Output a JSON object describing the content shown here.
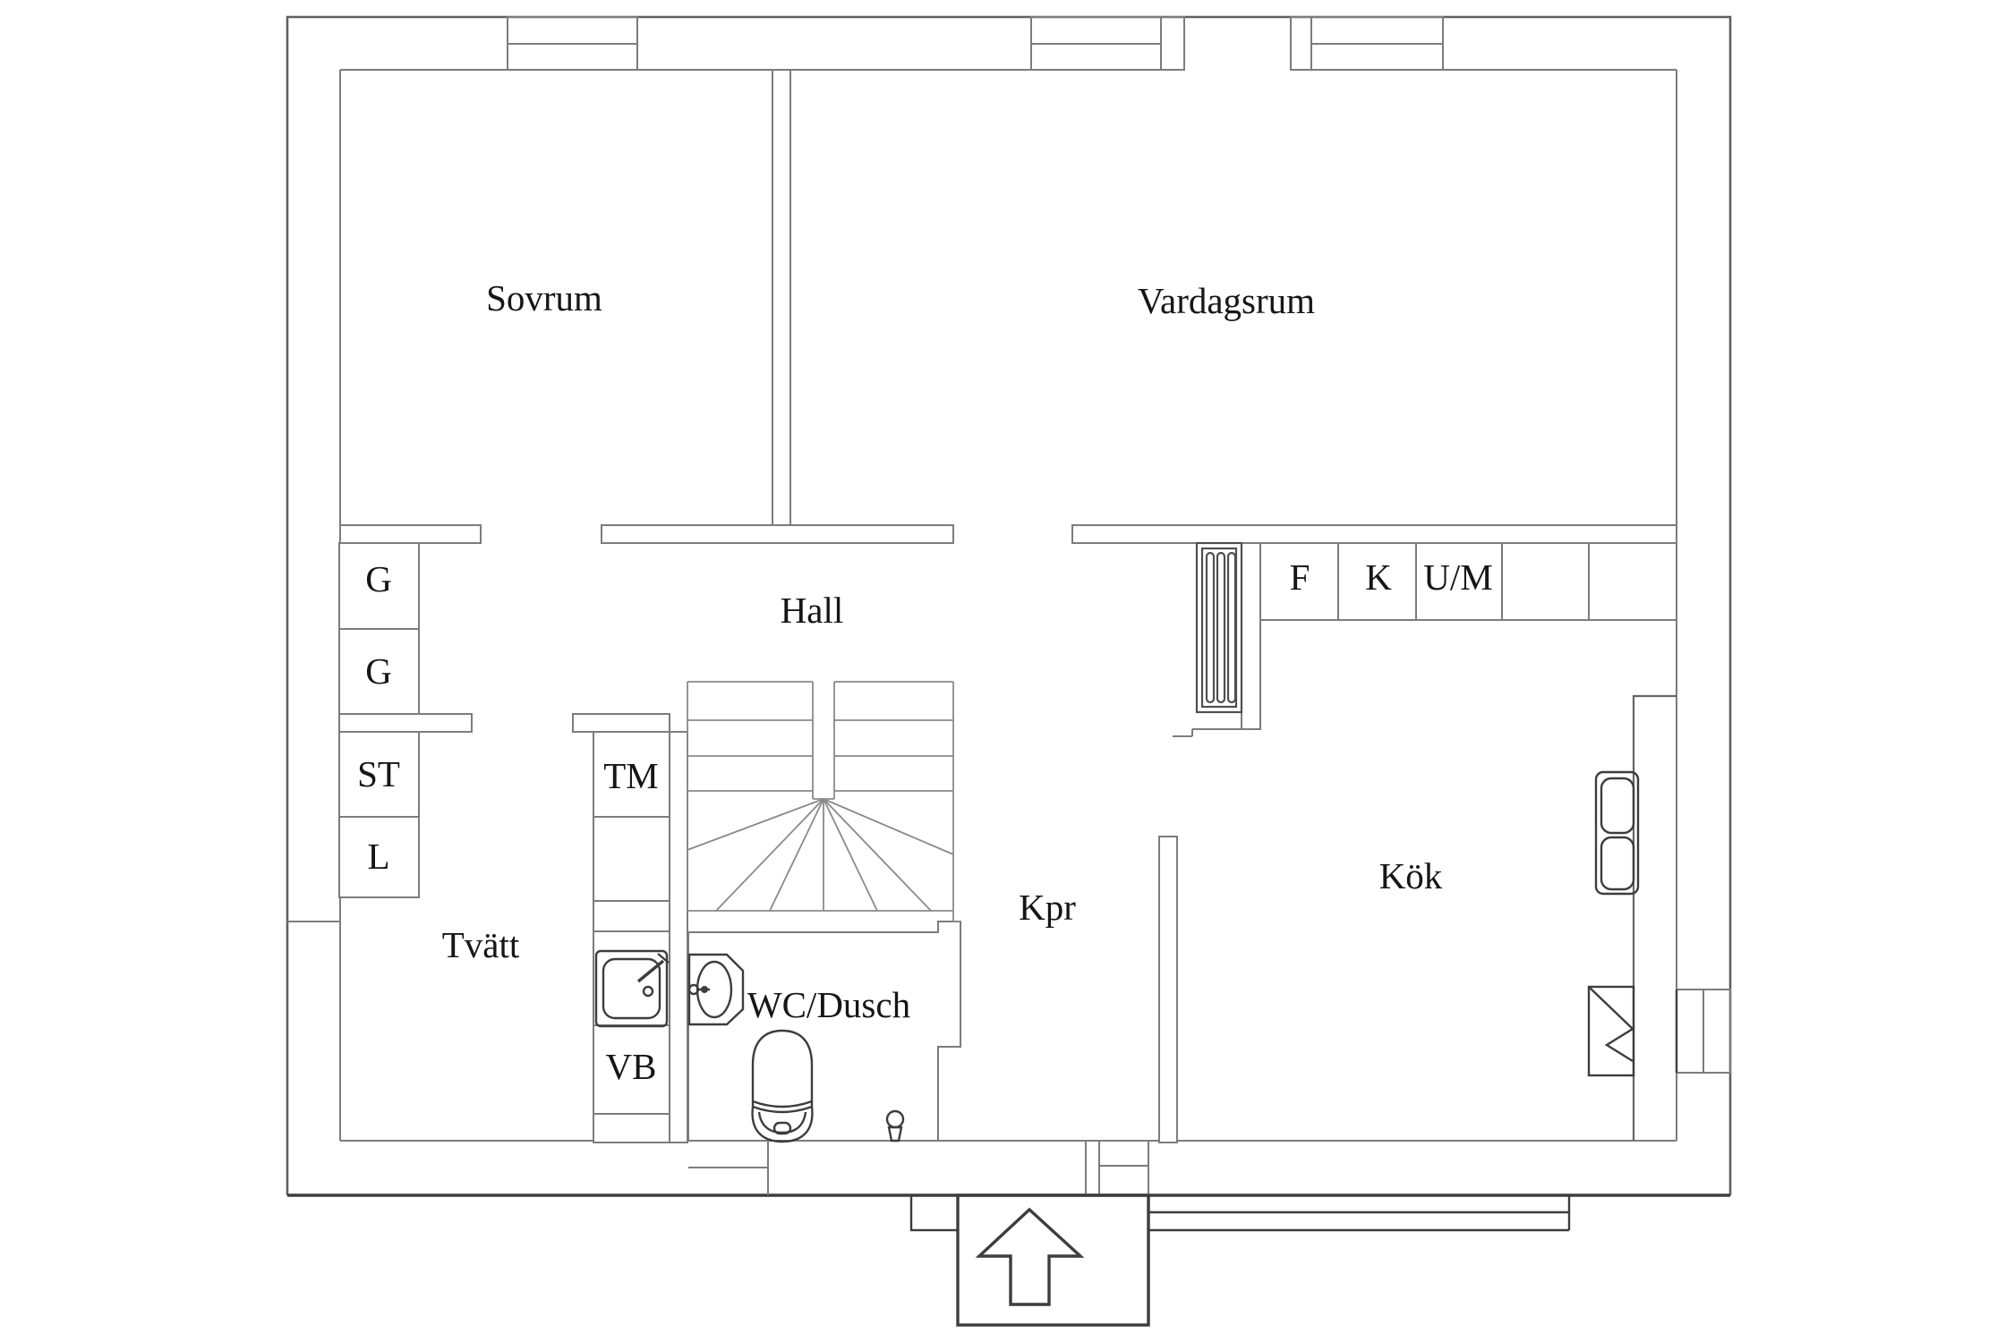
{
  "colors": {
    "wall_line": "#7c7c7c",
    "outer_line": "#606060",
    "dark_line": "#3d3d3d",
    "stair_line": "#8a8a8a",
    "chimney_line": "#4f4f4f",
    "text": "#161616",
    "background": "#ffffff"
  },
  "labels": {
    "sovrum": "Sovrum",
    "vardagsrum": "Vardagsrum",
    "hall": "Hall",
    "kpr": "Kpr",
    "kok": "Kök",
    "tvatt": "Tvätt",
    "wc_dusch": "WC/Dusch",
    "tm": "TM",
    "vb": "VB",
    "g1": "G",
    "g2": "G",
    "st": "ST",
    "l": "L",
    "f": "F",
    "k": "K",
    "um": "U/M"
  },
  "icons": {
    "entrance_arrow": "up-arrow",
    "chimney_vent": "hatched-flue-shaft",
    "toilet": "toilet-top-view",
    "washbasin": "oval-basin",
    "laundry_sink": "square-basin",
    "kitchen_sink": "double-bowl-sink",
    "dishwasher": "diagonal-marked-square",
    "floor_drain": "knob"
  }
}
